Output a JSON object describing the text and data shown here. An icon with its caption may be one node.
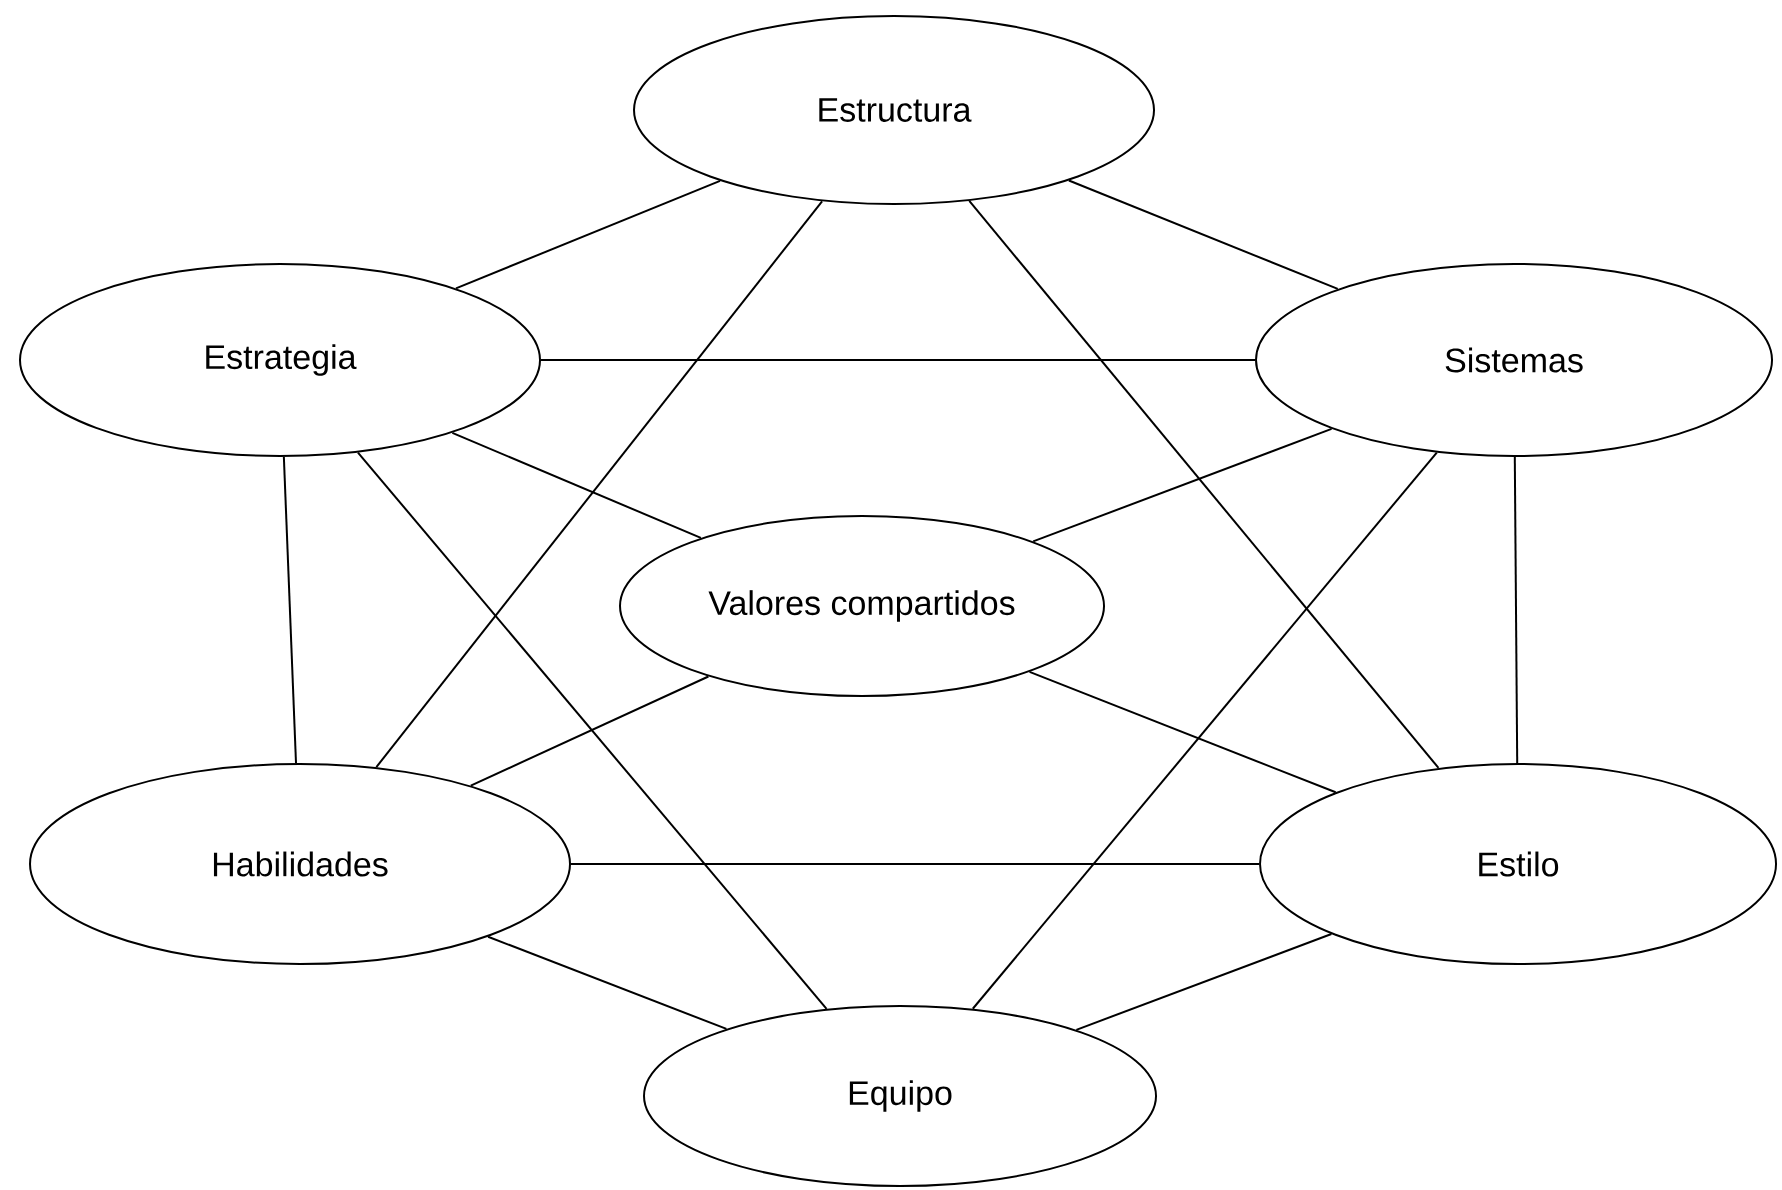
{
  "diagram": {
    "nodes": [
      {
        "text": [
          "Estructura"
        ]
      },
      {
        "text": [
          "Estrategia"
        ]
      },
      {
        "text": [
          "Sistemas"
        ]
      },
      {
        "text": [
          "Valores compartidos"
        ]
      },
      {
        "text": [
          "Habilidades"
        ]
      },
      {
        "text": [
          "Estilo"
        ]
      },
      {
        "text": [
          "Equipo"
        ]
      }
    ],
    "edges": [
      {
        "from": 0,
        "to": 1,
        "arrow": "none"
      },
      {
        "from": 0,
        "to": 2,
        "arrow": "none"
      },
      {
        "from": 0,
        "to": 4,
        "arrow": "none"
      },
      {
        "from": 0,
        "to": 5,
        "arrow": "none"
      },
      {
        "from": 1,
        "to": 2,
        "arrow": "none"
      },
      {
        "from": 1,
        "to": 3,
        "arrow": "none"
      },
      {
        "from": 1,
        "to": 4,
        "arrow": "none"
      },
      {
        "from": 1,
        "to": 6,
        "arrow": "none"
      },
      {
        "from": 2,
        "to": 3,
        "arrow": "none"
      },
      {
        "from": 2,
        "to": 5,
        "arrow": "none"
      },
      {
        "from": 2,
        "to": 6,
        "arrow": "none"
      },
      {
        "from": 3,
        "to": 4,
        "arrow": "none"
      },
      {
        "from": 3,
        "to": 5,
        "arrow": "none"
      },
      {
        "from": 4,
        "to": 5,
        "arrow": "none"
      },
      {
        "from": 4,
        "to": 6,
        "arrow": "none"
      },
      {
        "from": 5,
        "to": 6,
        "arrow": "none"
      }
    ]
  }
}
